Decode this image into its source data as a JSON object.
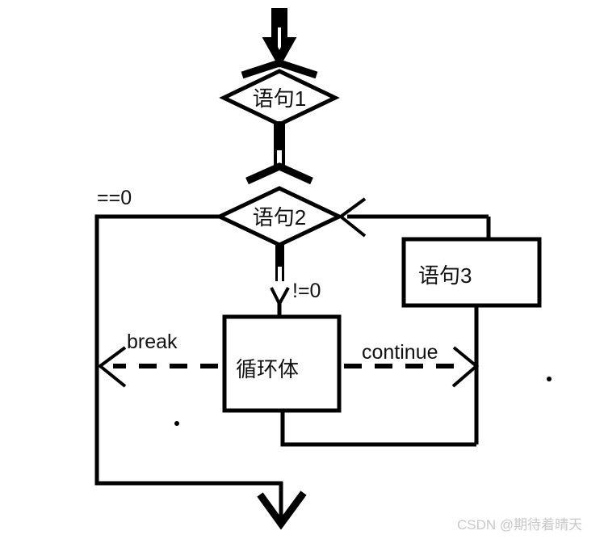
{
  "diagram": {
    "title": "loop-control-flowchart",
    "nodes": {
      "statement1": "语句1",
      "statement2": "语句2",
      "statement3": "语句3",
      "loop_body": "循环体"
    },
    "edge_labels": {
      "equals_zero": "==0",
      "not_equals_zero": "!=0",
      "break": "break",
      "continue": "continue"
    },
    "colors": {
      "stroke": "#000000",
      "background": "#ffffff",
      "watermark": "#c8c8c8"
    }
  },
  "watermark": {
    "text": "CSDN @期待着晴天"
  }
}
